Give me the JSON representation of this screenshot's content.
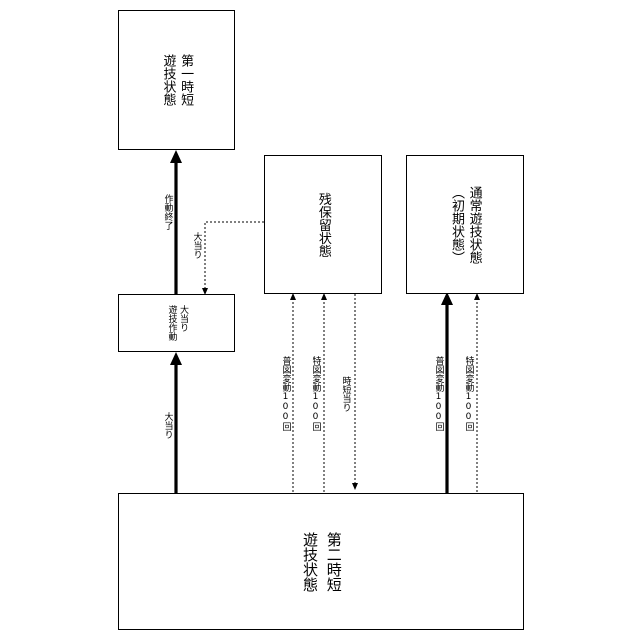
{
  "states": {
    "first_short": [
      "第一時短",
      "遊技状態"
    ],
    "jackpot_active": [
      "大当り",
      "遊技作動"
    ],
    "remaining": [
      "残保留状態"
    ],
    "normal": [
      "通常遊技状態",
      "（初期状態）"
    ],
    "second_short": [
      "第二時短",
      "遊技状態"
    ]
  },
  "transitions": {
    "operation_end": "作動終了",
    "jackpot_dotted": "大当り",
    "jackpot_main": "大当り",
    "normal_spin_100": "普図変動100回",
    "special_spin_100": "特図変動100回",
    "time_short_hit": "時短当り",
    "normal_spin_100_b": "普図変動100回",
    "special_spin_100_b": "特図変動100回"
  }
}
